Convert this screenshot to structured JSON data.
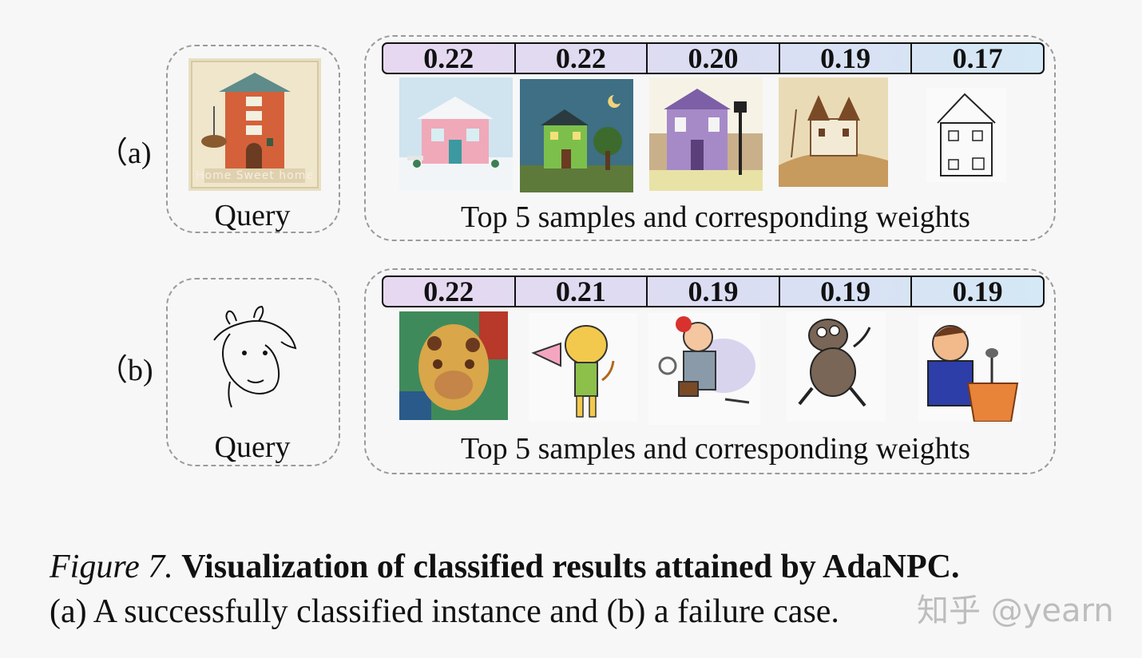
{
  "rows": [
    {
      "label": "（a)",
      "query_label": "Query",
      "caption": "Top 5 samples and corresponding weights",
      "weights": [
        "0.22",
        "0.22",
        "0.20",
        "0.19",
        "0.17"
      ]
    },
    {
      "label": "（b)",
      "query_label": "Query",
      "caption": "Top 5 samples and corresponding weights",
      "weights": [
        "0.22",
        "0.21",
        "0.19",
        "0.19",
        "0.19"
      ]
    }
  ],
  "image_texts": {
    "home_sweet_home": "Home Sweet home"
  },
  "figure_caption": {
    "prefix": "Figure 7.",
    "title": "Visualization of classified results attained by AdaNPC.",
    "body": "(a) A successfully classified instance and (b) a failure case."
  },
  "watermark": "知乎 @yearn"
}
